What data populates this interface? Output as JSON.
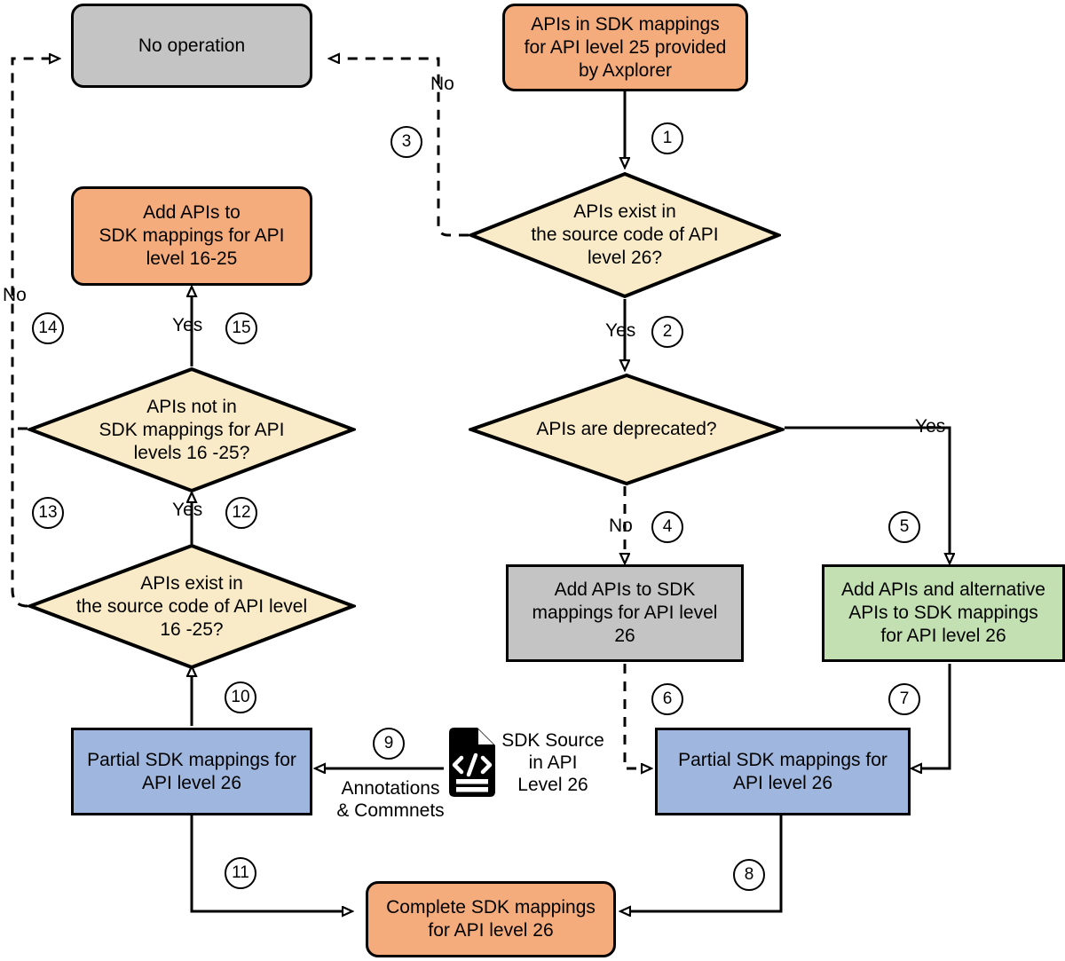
{
  "diagram": {
    "title": "SDK mappings construction flowchart for API level 26",
    "colors": {
      "orange": "#f4ac7d",
      "grey": "#c4c4c4",
      "blue": "#9fb7de",
      "green": "#c3e0b2",
      "diamond": "#faebc8",
      "stroke": "#000000"
    }
  },
  "nodes": {
    "start_axplorer": "APIs in SDK mappings\nfor API level 25 provided\nby Axplorer",
    "no_operation": "No operation",
    "add_apis_16_25": "Add APIs to\nSDK mappings for API\nlevel 16-25",
    "add_apis_sdk_26": "Add APIs to SDK\nmappings for API  level\n26",
    "add_apis_alternative_26": "Add APIs and alternative\nAPIs  to SDK mappings\nfor API level 26",
    "partial_left": "Partial SDK mappings for\nAPI level 26",
    "partial_right": "Partial SDK mappings for\nAPI level 26",
    "complete_mappings": "Complete SDK mappings\nfor API level 26",
    "sdk_source_label": "SDK Source\nin API\nLevel 26"
  },
  "decisions": {
    "exists_26": "APIs exist in\nthe source code of API\nlevel 26?",
    "deprecated": "APIs are deprecated?",
    "not_in_16_25": "APIs not in\nSDK mappings for API\nlevels 16 -25?",
    "exists_16_25": "APIs exist in\nthe source code of API level\n16 -25?"
  },
  "edge_labels": {
    "no_top": "No",
    "no_left": "No",
    "yes_15": "Yes",
    "yes_12": "Yes",
    "yes_2": "Yes",
    "yes_5": "Yes",
    "no_4": "No",
    "annotations": "Annotations\n& Commnets"
  },
  "step_numbers": {
    "n1": "1",
    "n2": "2",
    "n3": "3",
    "n4": "4",
    "n5": "5",
    "n6": "6",
    "n7": "7",
    "n8": "8",
    "n9": "9",
    "n10": "10",
    "n11": "11",
    "n12": "12",
    "n13": "13",
    "n14": "14",
    "n15": "15"
  },
  "icons": {
    "code_document": "code-document-icon"
  }
}
